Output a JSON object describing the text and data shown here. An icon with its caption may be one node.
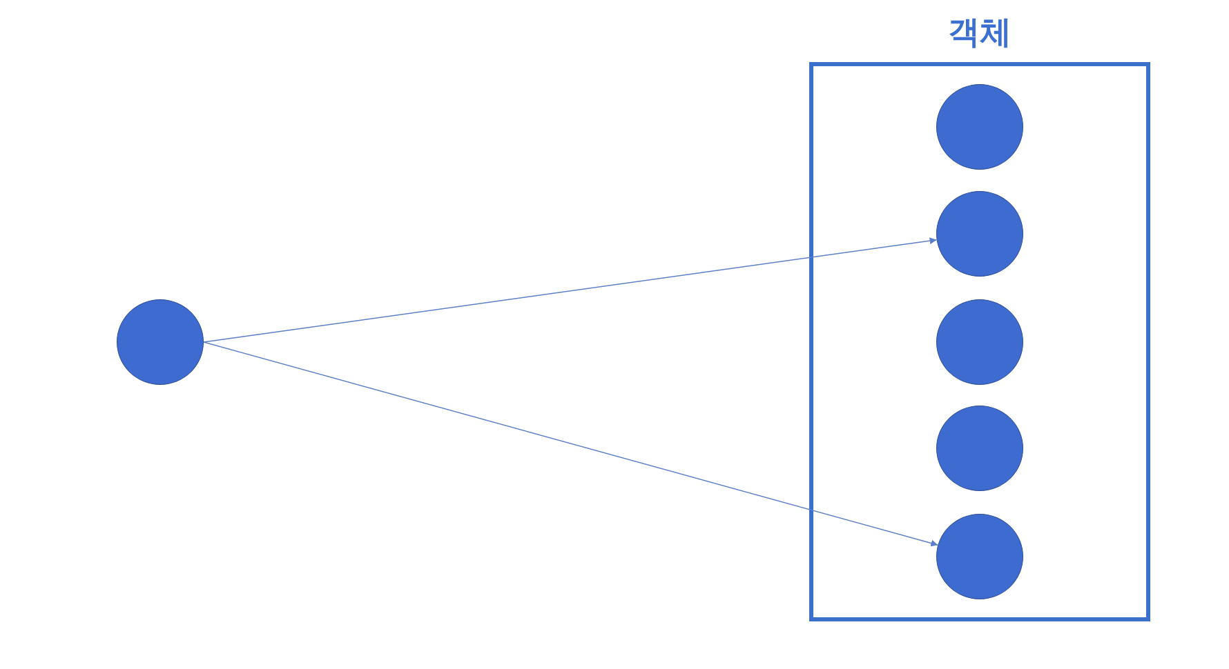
{
  "diagram": {
    "nodes": [
      {
        "text": [],
        "shape": "circle"
      },
      {
        "text": [
          "객체"
        ]
      },
      {
        "text": [],
        "shape": "circle",
        "in": 1
      },
      {
        "text": [],
        "shape": "circle",
        "in": 1
      },
      {
        "text": [],
        "shape": "circle",
        "in": 1
      },
      {
        "text": [],
        "shape": "circle",
        "in": 1
      },
      {
        "text": [],
        "shape": "circle",
        "in": 1
      }
    ],
    "edges": [
      {
        "from": 0,
        "to": 3,
        "arrow": "to"
      },
      {
        "from": 0,
        "to": 6,
        "arrow": "to"
      }
    ]
  }
}
